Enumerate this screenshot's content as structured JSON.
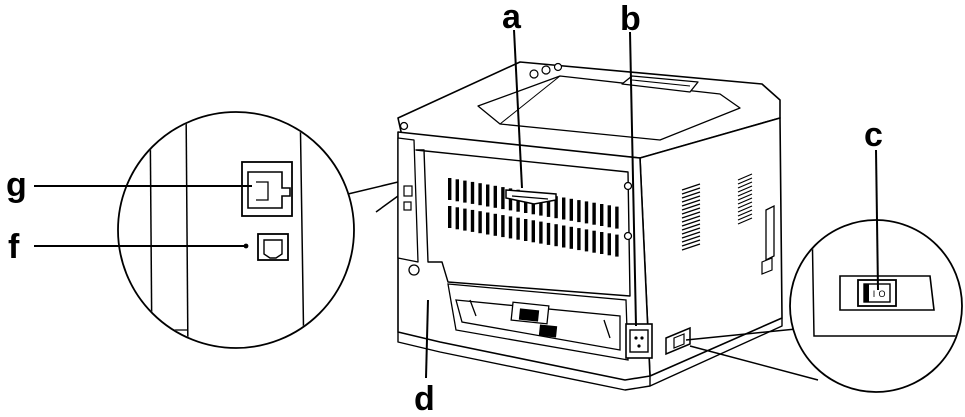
{
  "callouts": {
    "a": "a",
    "b": "b",
    "c": "c",
    "d": "d",
    "f": "f",
    "g": "g"
  },
  "power_switch": {
    "on_mark": "I",
    "off_mark": "O"
  },
  "colors": {
    "outline": "#000000",
    "body": "#ffffff",
    "vent": "#000000"
  },
  "icons": [
    "printer-rear-view",
    "ethernet-port-icon",
    "usb-port-icon",
    "power-socket-icon",
    "power-switch-icon"
  ]
}
